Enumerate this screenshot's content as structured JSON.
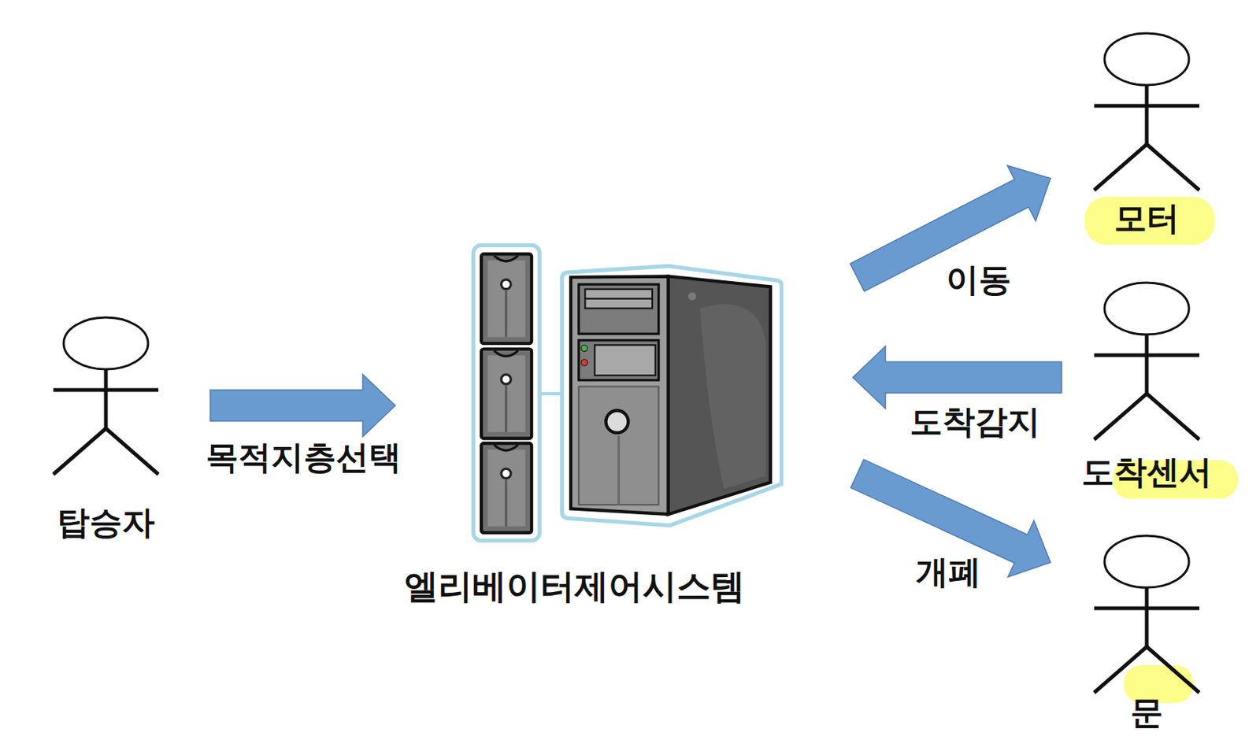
{
  "diagram": {
    "nodes": [
      {
        "text": [
          "탑승자"
        ]
      },
      {
        "text": [
          "엘리베이터제어시스템"
        ]
      },
      {
        "text": [
          "모터"
        ]
      },
      {
        "text": [
          "도착센서"
        ]
      },
      {
        "text": [
          "문"
        ]
      }
    ],
    "edges": [
      {
        "from": 0,
        "to": 1,
        "arrow": "to",
        "label": "목적지층선택"
      },
      {
        "from": 1,
        "to": 2,
        "arrow": "to",
        "label": "이동"
      },
      {
        "from": 3,
        "to": 1,
        "arrow": "to",
        "label": "도착감지"
      },
      {
        "from": 1,
        "to": 4,
        "arrow": "to",
        "label": "개폐"
      }
    ]
  }
}
